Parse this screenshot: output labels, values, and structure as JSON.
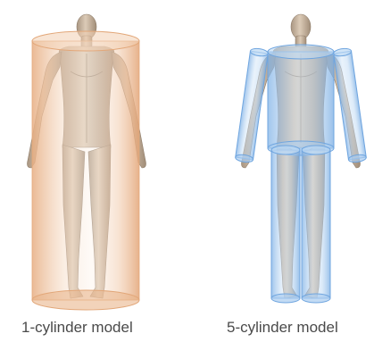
{
  "figure": {
    "panels": [
      {
        "caption": "1-cylinder model",
        "cylinder_count": 1,
        "cylinder_color": "#e9b98e"
      },
      {
        "caption": "5-cylinder model",
        "cylinder_count": 5,
        "cylinder_color": "#9cc4ec"
      }
    ],
    "body_color": "#c9b6a0"
  }
}
